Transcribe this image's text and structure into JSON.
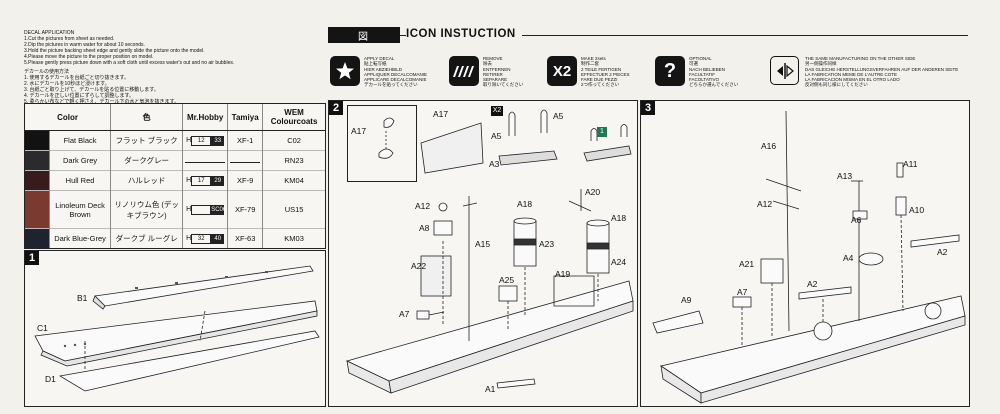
{
  "decal": {
    "heading": "DECAL APPLICATION",
    "en_lines": [
      "1.Cut the pictures from sheet as needed.",
      "2.Dip the pictures in warm water for about 10 seconds.",
      "3.Hold the picture backing sheet edge and gently slide the picture onto the model.",
      "4.Please move the picture to the proper position on model.",
      "5.Please gently press picture down with a soft cloth until excess water's out and no air bubbles."
    ],
    "jp_heading": "デカールの使用方法",
    "jp_lines": [
      "1. 使用するデカールを台紙ごと切り抜きます。",
      "2. 水にデカールを10秒ほど浸けます。",
      "3. 台紙ごと取り上げて、デカールを貼る位置に移動します。",
      "4. デカールを正しい位置にずらして調整します。",
      "5. 柔らかい布などで軽く押さえ、デカール下の水と気泡を抜きます。"
    ]
  },
  "header": {
    "kanji": "図",
    "title": "ICON INSTUCTION"
  },
  "icons": [
    {
      "icon": "star-icon",
      "lines": [
        "APPLY DECAL",
        "貼上転写紙",
        "HIER ABZIEHBILD",
        "APPLIQUER DECALCOMANIE",
        "APPLICARE DECALCOMANIE",
        "デカールを貼ってください"
      ]
    },
    {
      "icon": "remove-stripes-icon",
      "lines": [
        "REMOVE",
        "除去",
        "ENTFERNEN",
        "RETIRER",
        "SEPARARE",
        "取り除いてください"
      ]
    },
    {
      "icon": "x2-icon",
      "symbol": "X2",
      "lines": [
        "MAKE 2sets",
        "制作二套",
        "2 TEILE FERTIGEN",
        "EFFECTUER 2 PIECES",
        "FARE DUE PEZZI",
        "2つ作ってください"
      ]
    },
    {
      "icon": "question-icon",
      "symbol": "?",
      "lines": [
        "OPTIONAL",
        "可選",
        "NACH BELIEBEN",
        "FACULTATIF",
        "FACOLTATIVO",
        "どちらか選んでください"
      ]
    },
    {
      "icon": "arrow-flip-icon",
      "lines": [
        "THE SAME MANUFACTURING ON THE OTHER SIDE",
        "另一側操作同样",
        "DAS GLEICHE HERSTELLUNGSVERFAHREN AUF DER ANDEREN SEITE",
        "LA FABRICATION MEME DE L'AUTRE COTE",
        "LA FABRICACION MISMA EN EL OTRO LADO",
        "反対側も同じ様にしてください"
      ]
    }
  ],
  "color_table": {
    "headers": [
      "Color",
      "色",
      "Mr.Hobby",
      "Tamiya",
      "WEM Colourcoats"
    ],
    "rows": [
      {
        "swatch": "#121212",
        "name": "Flat Black",
        "jp": "フラット ブラック",
        "mrhobby_a": "12",
        "mrhobby_b": "33",
        "tamiya": "XF-1",
        "wem": "C02"
      },
      {
        "swatch": "#2b2b2d",
        "name": "Dark Grey",
        "jp": "ダークグレー",
        "mrhobby_a": "",
        "mrhobby_b": "",
        "tamiya": "",
        "wem": "RN23"
      },
      {
        "swatch": "#3a1b1d",
        "name": "Hull Red",
        "jp": "ハルレッド",
        "mrhobby_a": "17",
        "mrhobby_b": "29",
        "tamiya": "XF-9",
        "wem": "KM04"
      },
      {
        "swatch": "#7a3a30",
        "name": "Linoleum Deck Brown",
        "jp": "リノリウム色 (デッキブラウン)",
        "mrhobby_a": "",
        "mrhobby_b": "SC06",
        "tamiya": "XF-79",
        "wem": "US15"
      },
      {
        "swatch": "#1e2330",
        "name": "Dark Blue-Grey",
        "jp": "ダークブ ルーグレ",
        "mrhobby_a": "32",
        "mrhobby_b": "40",
        "tamiya": "XF-63",
        "wem": "KM03"
      }
    ]
  },
  "h_prefix": "H",
  "panels": {
    "p1": {
      "num": "1",
      "labels": [
        "B1",
        "C1",
        "D1"
      ]
    },
    "p2": {
      "num": "2",
      "labels": [
        "A17",
        "A17",
        "A5",
        "A5",
        "A3",
        "A12",
        "A8",
        "A15",
        "A18",
        "A23",
        "A20",
        "A18",
        "A24",
        "A22",
        "A25",
        "A19",
        "A7",
        "A1"
      ],
      "x2": "X2",
      "opt": "1"
    },
    "p3": {
      "num": "3",
      "labels": [
        "A16",
        "A13",
        "A11",
        "A12",
        "A10",
        "A6",
        "A4",
        "A2",
        "A21",
        "A2",
        "A9",
        "A7"
      ]
    }
  }
}
